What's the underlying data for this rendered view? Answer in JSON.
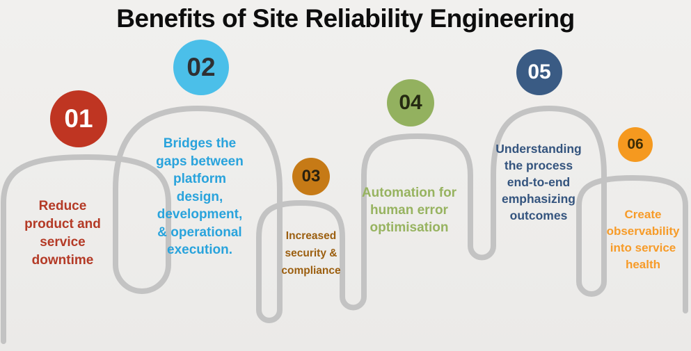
{
  "title": "Benefits of Site Reliability Engineering",
  "theme": {
    "background": "#efeeec",
    "track_color": "#c3c3c3",
    "title_color": "#0d0d0d"
  },
  "steps": [
    {
      "number": "01",
      "circle_color": "#bf3522",
      "number_color": "#ffffff",
      "text_color": "#b43a26",
      "lines": [
        "Reduce",
        "product and",
        "service",
        "downtime"
      ]
    },
    {
      "number": "02",
      "circle_color": "#4bbfe9",
      "number_color": "#2f3033",
      "text_color": "#29a3dc",
      "lines": [
        "Bridges the",
        "gaps between",
        "platform",
        "design,",
        "development,",
        "& operational",
        "execution."
      ]
    },
    {
      "number": "03",
      "circle_color": "#c67a16",
      "number_color": "#27200f",
      "text_color": "#9b5e0f",
      "lines": [
        "Increased",
        "security &",
        "compliance"
      ]
    },
    {
      "number": "04",
      "circle_color": "#93b15f",
      "number_color": "#252a12",
      "text_color": "#97b360",
      "lines": [
        "Automation for",
        "human error",
        "optimisation"
      ]
    },
    {
      "number": "05",
      "circle_color": "#3a5b84",
      "number_color": "#ffffff",
      "text_color": "#34547e",
      "lines": [
        "Understanding",
        "the process",
        "end-to-end",
        "emphasizing",
        "outcomes"
      ]
    },
    {
      "number": "06",
      "circle_color": "#f5991f",
      "number_color": "#3d2d07",
      "text_color": "#f79b28",
      "lines": [
        "Create",
        "observability",
        "into service",
        "health"
      ]
    }
  ]
}
